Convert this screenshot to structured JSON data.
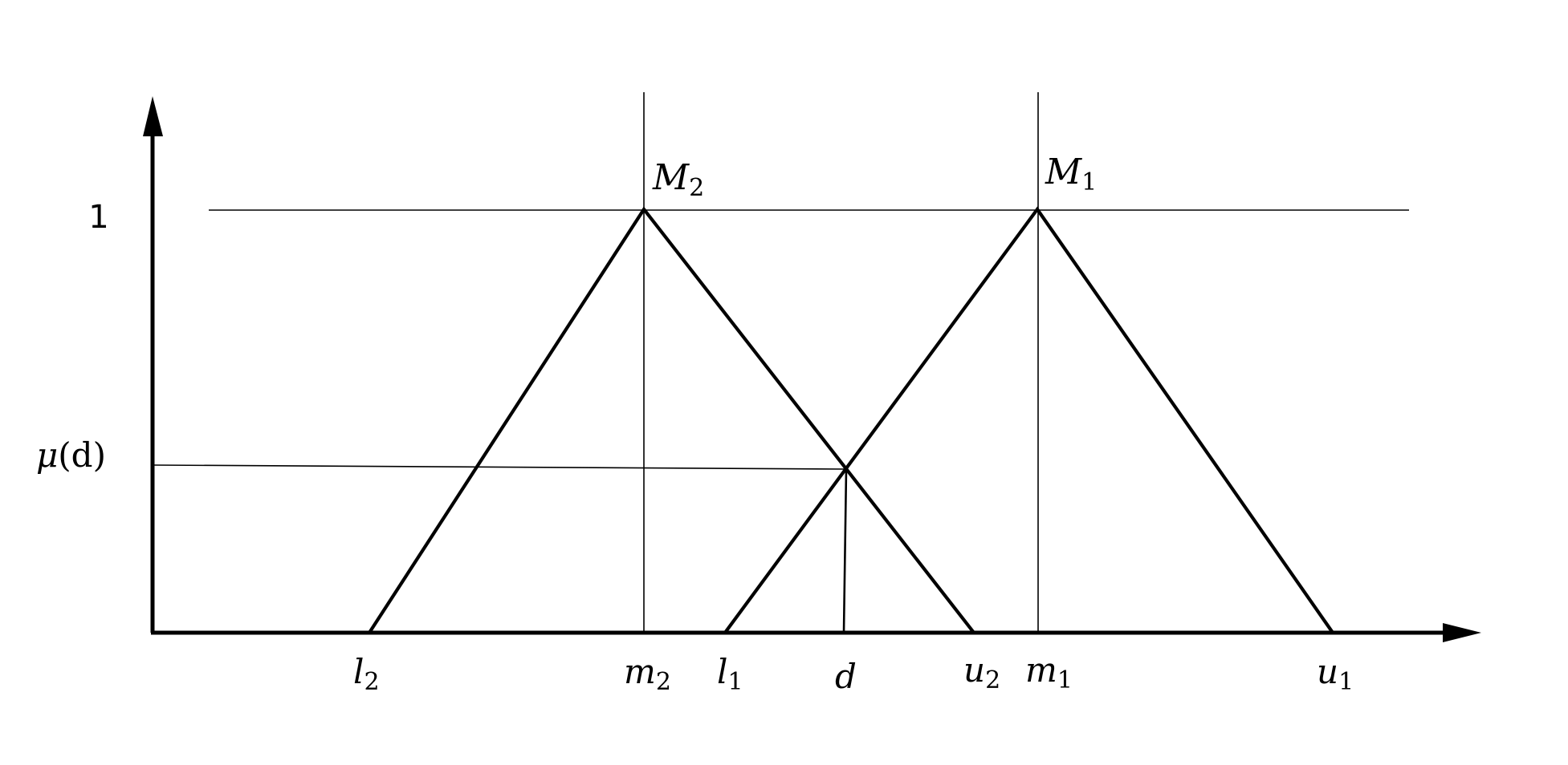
{
  "chart_data": {
    "type": "line",
    "title": "",
    "description": "Intersection of two triangular fuzzy numbers M1 and M2; degree of possibility mu(d) at the intersection point d",
    "xlabel": "",
    "ylabel": "",
    "y_ticks": [
      "1",
      "μ(d)"
    ],
    "x_ticks": [
      "l2",
      "m2",
      "l1",
      "d",
      "u2",
      "m1",
      "u1"
    ],
    "series": [
      {
        "name": "M2",
        "points": [
          [
            "l2",
            0
          ],
          [
            "m2",
            1
          ],
          [
            "u2",
            0
          ]
        ]
      },
      {
        "name": "M1",
        "points": [
          [
            "l1",
            0
          ],
          [
            "m1",
            1
          ],
          [
            "u1",
            0
          ]
        ]
      }
    ],
    "intersection": {
      "x": "d",
      "y": "μ(d)"
    },
    "grid": false
  },
  "axes": {
    "y_tick_one": "1",
    "y_tick_mu": {
      "main": "μ",
      "rest": "(d)"
    }
  },
  "peaks": [
    {
      "main": "M",
      "sub": "2"
    },
    {
      "main": "M",
      "sub": "1"
    }
  ],
  "x_labels": [
    {
      "main": "l",
      "sub": "2"
    },
    {
      "main": "m",
      "sub": "2"
    },
    {
      "main": "l",
      "sub": "1"
    },
    {
      "main": "d",
      "sub": ""
    },
    {
      "main": "u",
      "sub": "2"
    },
    {
      "main": "m",
      "sub": "1"
    },
    {
      "main": "u",
      "sub": "1"
    }
  ]
}
